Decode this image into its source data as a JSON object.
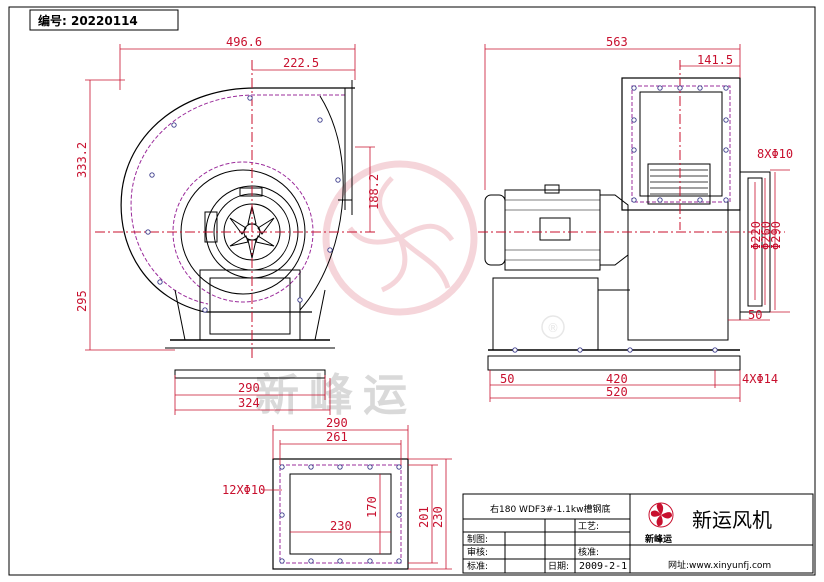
{
  "drawing_number": "编号: 20220114",
  "model_title": "右180 WDF3#-1.1kw槽钢底",
  "brand_name": "新运风机",
  "brand_seal": "新峰运",
  "watermark": "新峰运",
  "registered_mark": "®",
  "website": "网址:www.xinyunfj.com",
  "title_block": {
    "drawn": "制图:",
    "craft": "工艺:",
    "review": "审核:",
    "check": "核准:",
    "standard": "标准:",
    "date_label": "日期:",
    "date": "2009-2-1"
  },
  "dimensions": {
    "front_top_overall": "496.6",
    "front_outlet": "222.5",
    "front_height": "333.2",
    "front_outlet_height": "188.2",
    "front_center_height": "295",
    "front_base_inner": "290",
    "front_base_outer": "324",
    "side_top_overall": "563",
    "side_flange_offset": "141.5",
    "side_holes": "8XΦ10",
    "side_dia_1": "Φ220",
    "side_dia_2": "Φ260",
    "side_dia_3": "Φ290",
    "side_inlet_width": "50",
    "side_base_left": "50",
    "side_base_mid": "420",
    "side_base_total": "520",
    "side_base_holes": "4XΦ14",
    "flange_outer_width": "290",
    "flange_inner_width": "261",
    "flange_holes": "12XΦ10",
    "flange_opening_width": "230",
    "flange_opening_height": "170",
    "flange_height_mid": "201",
    "flange_height_outer": "230"
  },
  "colors": {
    "dimension": "#c8102e",
    "bolt_circle": "#9b2c9b",
    "outline": "#000000",
    "watermark": "#d9d9d9"
  }
}
